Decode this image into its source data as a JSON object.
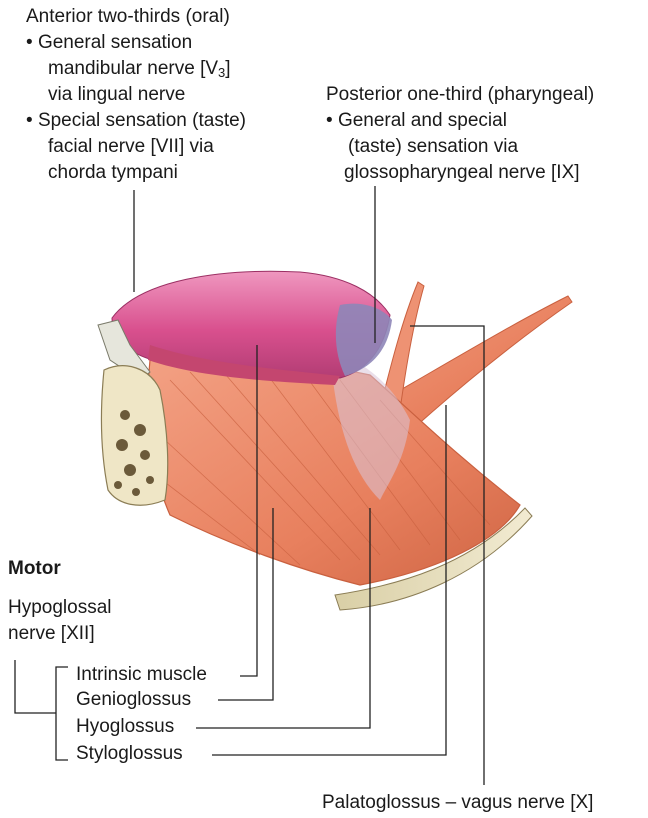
{
  "anterior": {
    "title": "Anterior two-thirds (oral)",
    "general_bullet": "General sensation",
    "general_nerve_prefix": "mandibular nerve [V",
    "general_nerve_sub": "3",
    "general_nerve_suffix": "]",
    "general_via": "via lingual nerve",
    "special_bullet": "Special sensation (taste)",
    "special_nerve": "facial nerve [VII] via",
    "special_via": "chorda tympani"
  },
  "posterior": {
    "title": "Posterior one-third (pharyngeal)",
    "line1": "General and special",
    "line2": "(taste) sensation via",
    "line3": "glossopharyngeal nerve [IX]"
  },
  "motor": {
    "heading": "Motor",
    "nerve_line1": "Hypoglossal",
    "nerve_line2": "nerve [XII]",
    "muscles": [
      "Intrinsic muscle",
      "Genioglossus",
      "Hyoglossus",
      "Styloglossus"
    ]
  },
  "palatoglossus": "Palatoglossus – vagus nerve [X]",
  "bullet_char": "•",
  "colors": {
    "tongue": "#d9508e",
    "tongue_highlight": "#ec8fba",
    "muscle": "#e8805e",
    "muscle_dark": "#c9603f",
    "bone": "#e9e0bf",
    "posterior_tongue": "#8e86b8",
    "leader": "#222222"
  }
}
